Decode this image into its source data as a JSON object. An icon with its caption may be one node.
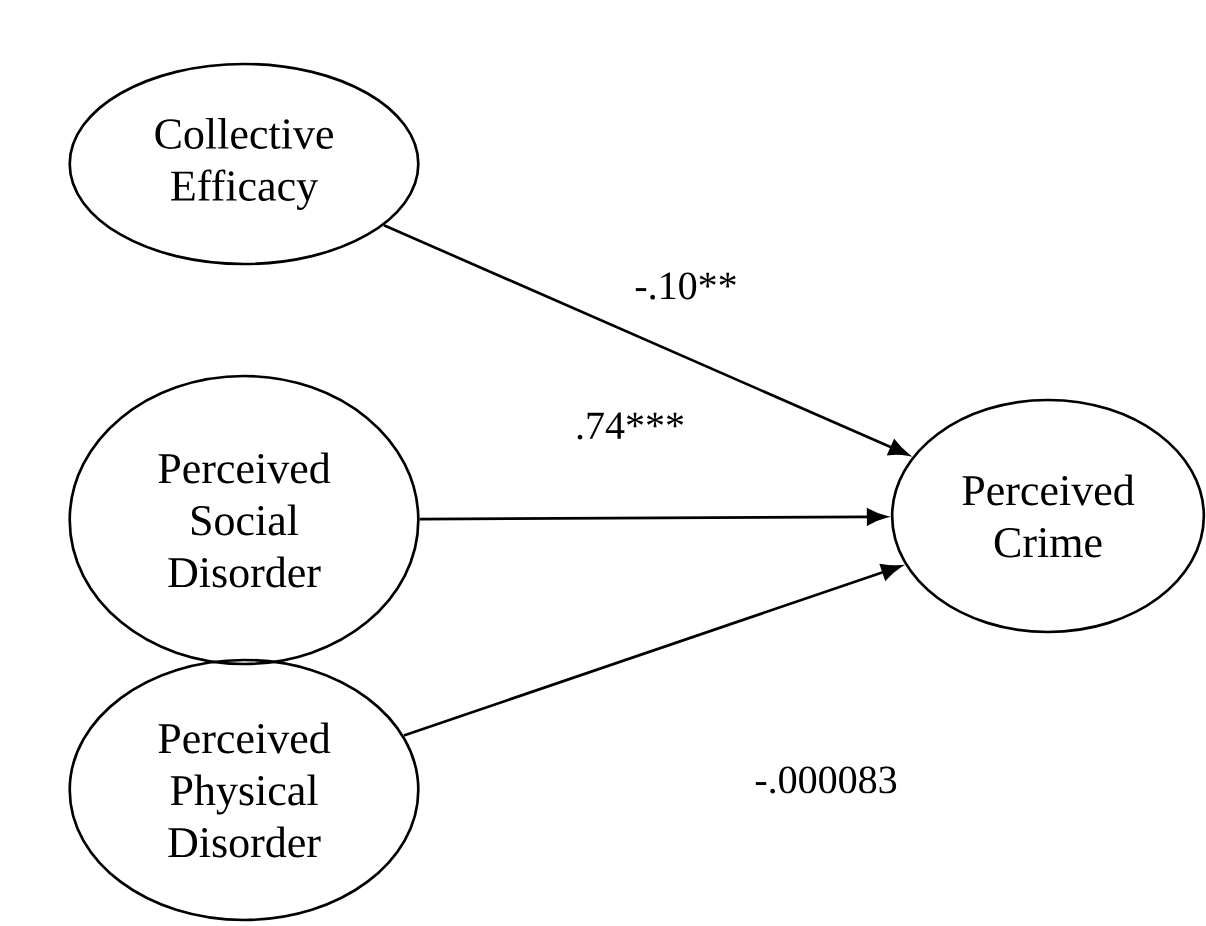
{
  "diagram": {
    "nodes": [
      {
        "text": [
          "Collective Efficacy"
        ]
      },
      {
        "text": [
          "Perceived Social Disorder"
        ]
      },
      {
        "text": [
          "Perceived Physical Disorder"
        ]
      },
      {
        "text": [
          "Perceived Crime"
        ]
      }
    ],
    "edges": [
      {
        "from": 0,
        "to": 3,
        "arrow": "to",
        "label": "-.10**"
      },
      {
        "from": 1,
        "to": 3,
        "arrow": "to",
        "label": ".74***"
      },
      {
        "from": 2,
        "to": 3,
        "arrow": "to",
        "label": "-.000083"
      }
    ]
  }
}
